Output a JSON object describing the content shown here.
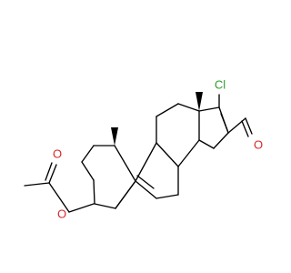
{
  "structure": {
    "atoms": {
      "chlorine": "Cl",
      "aldehyde_oxygen": "O",
      "ester_oxygen": "O",
      "carbonyl_oxygen": "O"
    },
    "colors": {
      "bond": "#000000",
      "chlorine": "#2e9b2e",
      "oxygen": "#d62828",
      "background": "#ffffff"
    }
  }
}
